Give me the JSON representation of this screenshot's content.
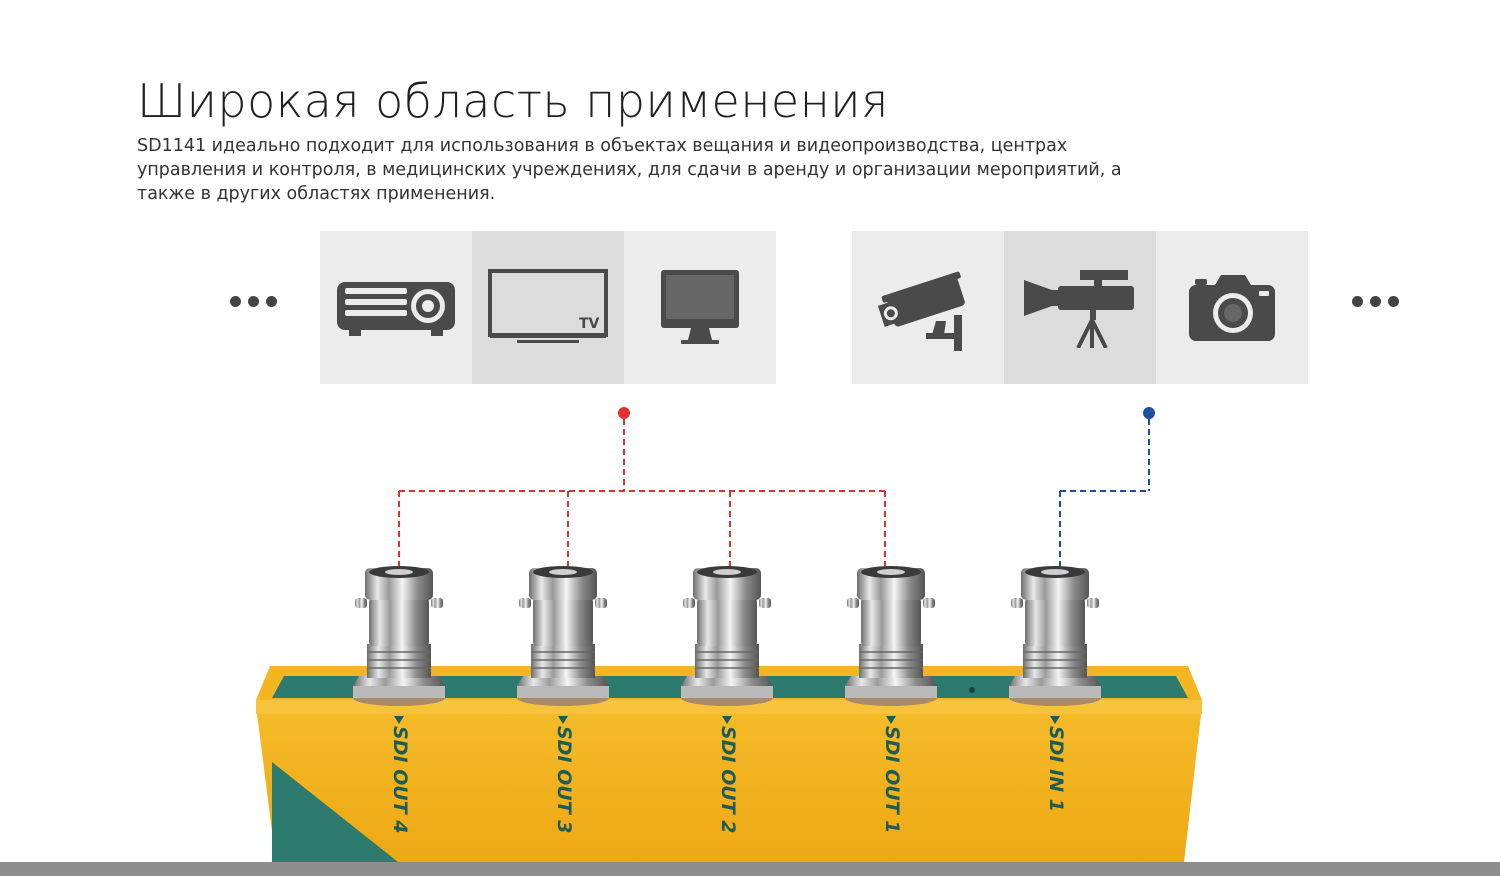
{
  "headline": "Широкая область применения",
  "description": "SD1141 идеально подходит для использования в объектах вещания и видеопроизводства, центрах управления и контроля, в медицинских учреждениях, для сдачи в аренду и организации мероприятий, а также в других областях применения.",
  "output_devices": [
    {
      "icon": "projector-icon"
    },
    {
      "icon": "tv-icon",
      "label": "TV"
    },
    {
      "icon": "monitor-icon"
    }
  ],
  "input_devices": [
    {
      "icon": "cctv-camera-icon"
    },
    {
      "icon": "film-camera-icon"
    },
    {
      "icon": "photo-camera-icon"
    }
  ],
  "ports": [
    {
      "label": "SDI OUT 4"
    },
    {
      "label": "SDI OUT 3"
    },
    {
      "label": "SDI OUT 2"
    },
    {
      "label": "SDI OUT 1"
    },
    {
      "label": "SDI IN 1"
    }
  ],
  "colors": {
    "output_line": "#e03131",
    "input_line": "#1f4e9c",
    "device_body": "#f2b21a",
    "device_top": "#2d7a6e",
    "label_text": "#1d5c57",
    "icon": "#4a4a4a"
  }
}
